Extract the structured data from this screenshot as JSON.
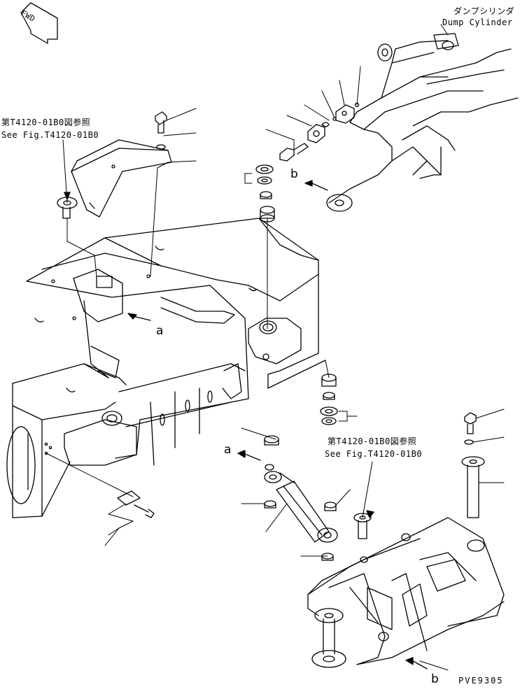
{
  "fwd_label": "FWD",
  "dump_cylinder_jp": "ダンプシリンダ",
  "dump_cylinder_en": "Dump Cylinder",
  "ref_left_jp": "第T4120-01B0図参照",
  "ref_left_en": "See Fig.T4120-01B0",
  "ref_right_jp": "第T4120-01B0図参照",
  "ref_right_en": "See Fig.T4120-01B0",
  "callout_a": "a",
  "callout_b": "b",
  "drawing_code": "PVE9305"
}
